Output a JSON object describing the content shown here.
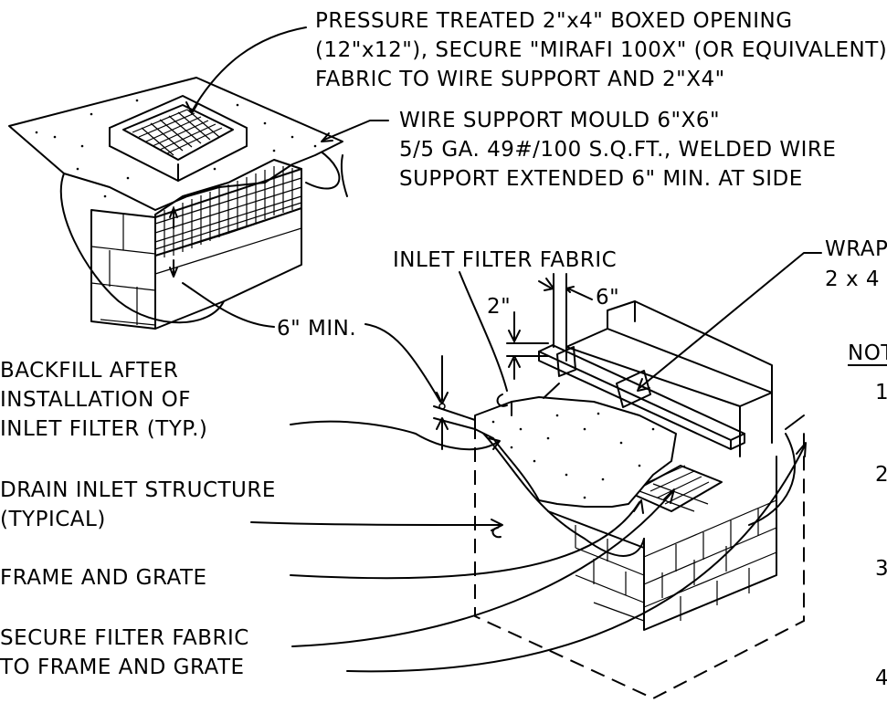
{
  "labels": {
    "pressure_treated": [
      "PRESSURE TREATED 2\"x4\" BOXED OPENING",
      "(12\"x12\"), SECURE \"MIRAFI 100X\" (OR EQUIVALENT)",
      "FABRIC TO WIRE SUPPORT AND 2\"X4\""
    ],
    "wire_support": [
      "WIRE SUPPORT MOULD 6\"X6\"",
      "5/5 GA. 49#/100 S.Q.FT., WELDED WIRE",
      "SUPPORT EXTENDED 6\" MIN. AT SIDE"
    ],
    "inlet_filter_fabric": "INLET FILTER FABRIC",
    "wrap": [
      "WRAP",
      "2 x 4"
    ],
    "dim_2in": "2\"",
    "dim_6in": "6\"",
    "six_min": "6\" MIN.",
    "backfill": [
      "BACKFILL AFTER",
      "INSTALLATION OF",
      "INLET FILTER (TYP.)"
    ],
    "drain_inlet": [
      "DRAIN INLET STRUCTURE",
      "(TYPICAL)"
    ],
    "frame_grate": "FRAME AND GRATE",
    "secure_filter": [
      "SECURE FILTER FABRIC",
      "TO FRAME AND GRATE"
    ],
    "notes_heading": "NOT",
    "note_numbers": [
      "1",
      "2",
      "3",
      "4"
    ]
  }
}
